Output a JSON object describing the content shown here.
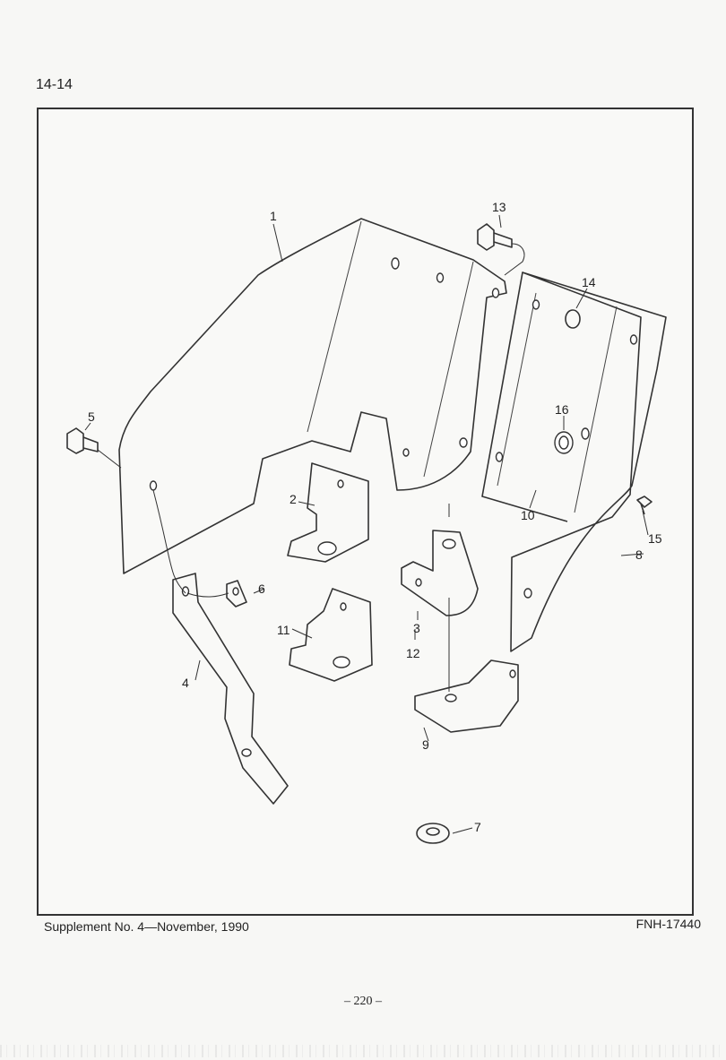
{
  "page": {
    "section_id": "14-14",
    "supplement": "Supplement  No. 4—November,  1990",
    "figure_code": "FNH-17440",
    "page_number": "– 220 –"
  },
  "callouts": [
    "1",
    "2",
    "3",
    "4",
    "5",
    "6",
    "7",
    "8",
    "9",
    "10",
    "11",
    "12",
    "13",
    "14",
    "15",
    "16"
  ]
}
